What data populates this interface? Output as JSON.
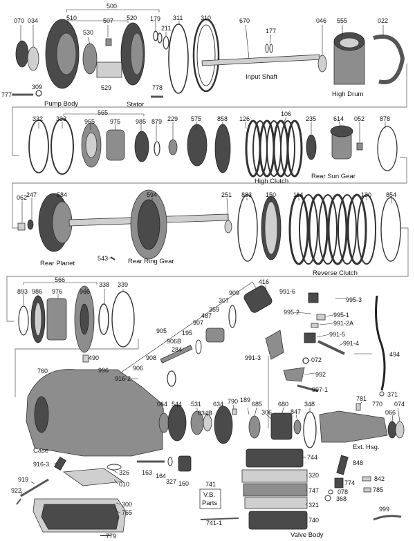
{
  "labels": {
    "n070": "070",
    "n034": "034",
    "n500": "500",
    "n510": "510",
    "n530": "530",
    "n507": "507",
    "n520": "520",
    "n179": "179",
    "n211": "211",
    "n311": "311",
    "n310": "310",
    "n670": "670",
    "n177": "177",
    "n046": "046",
    "n555": "555",
    "n022": "022",
    "n777": "777",
    "n309": "309",
    "n529": "529",
    "n778": "778",
    "n565": "565",
    "n332": "332",
    "n333": "333",
    "n965": "965",
    "n975": "975",
    "n985": "985",
    "n879": "879",
    "n229": "229",
    "n575": "575",
    "n858": "858",
    "n106": "106",
    "n126": "126",
    "n235": "235",
    "n614": "614",
    "n052": "052",
    "n878": "878",
    "n062": "062",
    "n247": "247",
    "n584": "584",
    "n594": "594",
    "n251": "251",
    "n883": "883",
    "n150": "150",
    "n114": "114",
    "n130": "130",
    "n854": "854",
    "n543": "543",
    "n566": "566",
    "n893": "893",
    "n986": "986",
    "n976": "976",
    "n966": "966",
    "n338": "338",
    "n339": "339",
    "n416": "416",
    "n909": "909",
    "n307": "307",
    "n359": "359",
    "n487": "487",
    "n907": "907",
    "n905": "905",
    "n195": "195",
    "n906B": "906B",
    "n284": "284",
    "n908": "908",
    "n906": "906",
    "n916_2": "916-2",
    "n490": "490",
    "n996": "996",
    "n760": "760",
    "n991_6": "991-6",
    "n995_3": "995-3",
    "n995_2": "995-2",
    "n995_1": "995-1",
    "n991_2A": "991-2A",
    "n991_5": "991-5",
    "n991_4": "991-4",
    "n991_3": "991-3",
    "n072": "072",
    "n992": "992",
    "n997_1": "997-1",
    "n494": "494",
    "n371": "371",
    "n064": "064",
    "n544": "544",
    "n531": "531",
    "n634": "634",
    "n034B": "034B",
    "n790": "790",
    "n189": "189",
    "n685": "685",
    "n306": "306",
    "n680": "680",
    "n847": "847",
    "n348": "348",
    "n781": "781",
    "n770": "770",
    "n074": "074",
    "n066": "066",
    "n916_3": "916-3",
    "n326": "326",
    "n919": "919",
    "n010": "010",
    "n922": "922",
    "n163": "163",
    "n164": "164",
    "n327": "327",
    "n160": "160",
    "n300": "300",
    "n765": "765",
    "n779": "779",
    "n741": "741",
    "n741_1": "741-1",
    "n744": "744",
    "n320": "320",
    "n747": "747",
    "n321": "321",
    "n740": "740",
    "n848": "848",
    "n842": "842",
    "n774": "774",
    "n785": "785",
    "n078": "078",
    "n368": "368",
    "n999": "999"
  },
  "captions": {
    "pump_body": "Pump Body",
    "stator": "Stator",
    "input_shaft": "Input Shaft",
    "high_drum": "High Drum",
    "high_clutch": "High Clutch",
    "rear_sun_gear": "Rear Sun Gear",
    "rear_planet": "Rear Planet",
    "rear_ring_gear": "Rear Ring Gear",
    "reverse_clutch": "Reverse Clutch",
    "case": "Case",
    "ext_hsg": "Ext. Hsg.",
    "vb_parts_line1": "V.B.",
    "vb_parts_line2": "Parts",
    "valve_body": "Valve Body"
  }
}
